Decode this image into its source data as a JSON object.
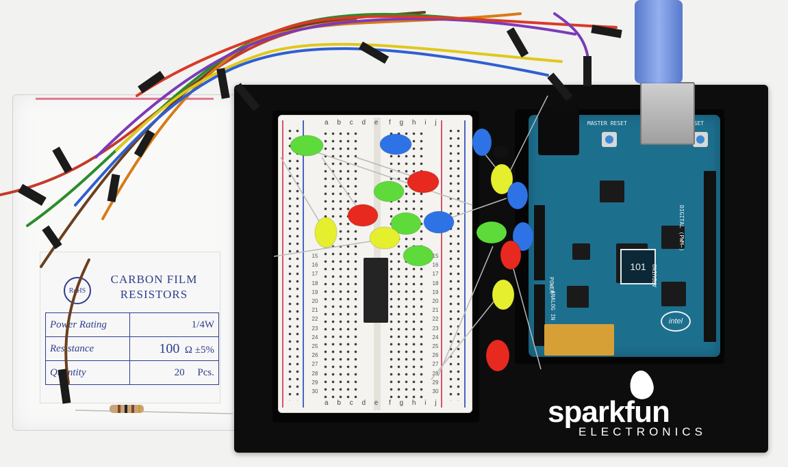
{
  "scene": {
    "alt": "Photo of an Arduino 101 board and a half-size breadboard with colored LEDs on a black SparkFun base plate, tangled jumper wires, and a bag of carbon film resistors"
  },
  "resistor_bag": {
    "rohs": "RoHS",
    "title_line1": "CARBON  FILM",
    "title_line2": "RESISTORS",
    "rows": [
      {
        "label": "Power Rating",
        "value": "1/4W"
      },
      {
        "label": "Resistance",
        "value_main": "100",
        "value_unit": "Ω ±5%"
      },
      {
        "label": "Quantity",
        "value_main": "20",
        "value_unit": "Pcs."
      }
    ]
  },
  "breadboard": {
    "columns_left": "a b c d e",
    "columns_right": "f g h i j",
    "row_numbers": [
      "15",
      "16",
      "17",
      "18",
      "19",
      "20",
      "21",
      "22",
      "23",
      "24",
      "25",
      "26",
      "27",
      "28",
      "29",
      "30"
    ]
  },
  "arduino": {
    "model": "101",
    "brand": "ARDUINO",
    "intel": "intel",
    "silk_master_reset": "MASTER RESET",
    "silk_reset": "RESET",
    "silk_power": "POWER",
    "silk_analog": "ANALOG IN",
    "silk_digital": "DIGITAL (PWM~)"
  },
  "base_plate": {
    "brand": "sparkfun",
    "tagline": "ELECTRONICS"
  },
  "colors": {
    "led_red": "#e8291f",
    "led_green": "#5edb3a",
    "led_blue": "#2e73e6",
    "led_yellow": "#e6ef2e",
    "board_teal": "#1d6f8e",
    "plate_black": "#0d0d0e"
  }
}
